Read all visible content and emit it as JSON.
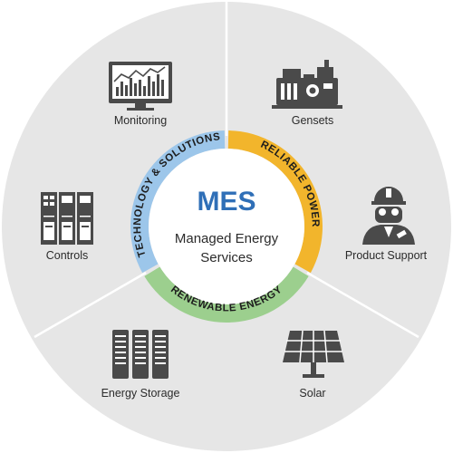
{
  "center": {
    "title": "MES",
    "subtitle_line1": "Managed Energy",
    "subtitle_line2": "Services"
  },
  "ring": [
    {
      "id": "tech",
      "label": "TECHNOLOGY & SOLUTIONS",
      "color": "#9cc6ea"
    },
    {
      "id": "reliable",
      "label": "RELIABLE POWER",
      "color": "#f2b52c"
    },
    {
      "id": "renewable",
      "label": "RENEWABLE ENERGY",
      "color": "#9ccf8e"
    }
  ],
  "segments": [
    {
      "id": "monitoring",
      "label": "Monitoring",
      "icon": "monitor-chart-icon"
    },
    {
      "id": "gensets",
      "label": "Gensets",
      "icon": "generator-icon"
    },
    {
      "id": "product-support",
      "label": "Product Support",
      "icon": "technician-icon"
    },
    {
      "id": "solar",
      "label": "Solar",
      "icon": "solar-panel-icon"
    },
    {
      "id": "energy-storage",
      "label": "Energy Storage",
      "icon": "battery-racks-icon"
    },
    {
      "id": "controls",
      "label": "Controls",
      "icon": "control-cabinet-icon"
    }
  ],
  "colors": {
    "background_disc": "#e6e6e6",
    "divider": "#ffffff",
    "icon": "#4a4a4a",
    "title_blue": "#2f6fb7"
  }
}
